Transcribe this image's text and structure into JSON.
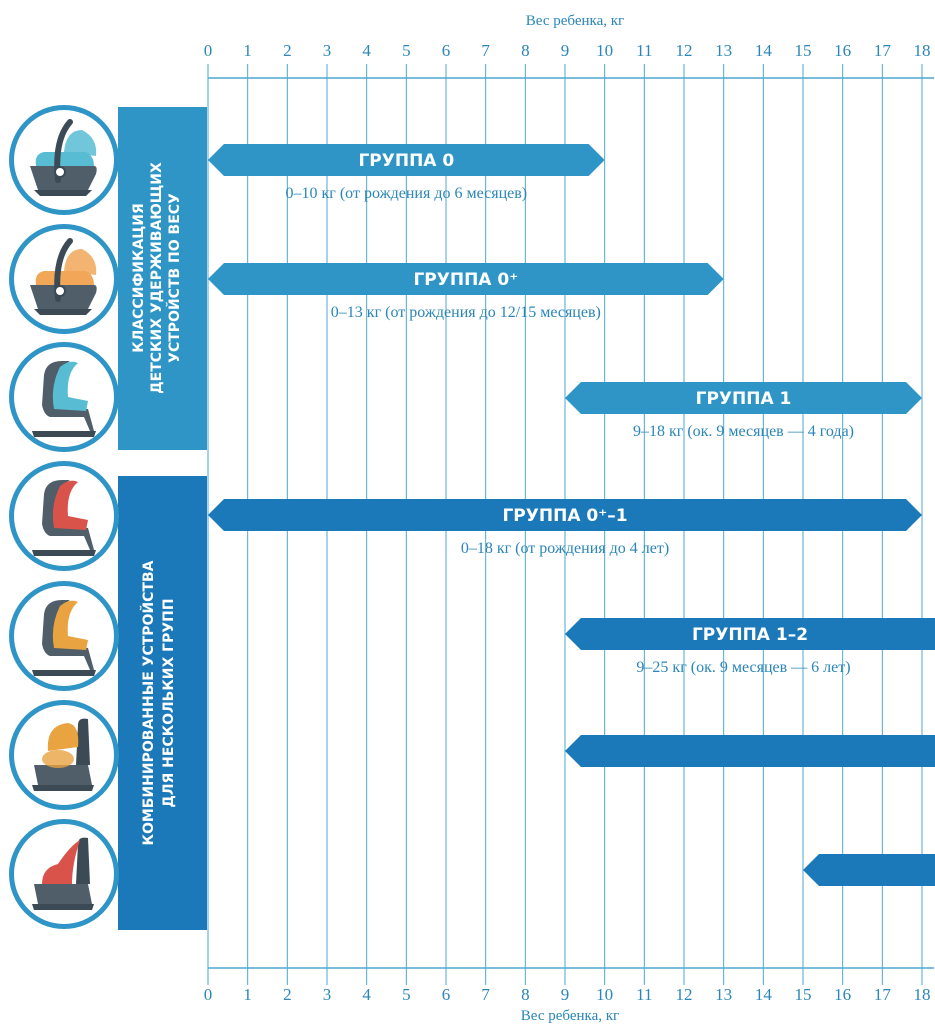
{
  "axis": {
    "label": "Вес ребенка, кг",
    "ticks": [
      "0",
      "1",
      "2",
      "3",
      "4",
      "5",
      "6",
      "7",
      "8",
      "9",
      "10",
      "11",
      "12",
      "13",
      "14",
      "15",
      "16",
      "17",
      "18"
    ],
    "min": 0,
    "max": 18
  },
  "sections": [
    {
      "label_line1": "КЛАССИФИКАЦИЯ",
      "label_line2": "ДЕТСКИХ УДЕРЖИВАЮЩИХ",
      "label_line3": "УСТРОЙСТВ ПО ВЕСУ",
      "color": "#2e95c6"
    },
    {
      "label_line1": "КОМБИНИРОВАННЫЕ УСТРОЙСТВА",
      "label_line2": "ДЛЯ НЕСКОЛЬКИХ ГРУПП",
      "color": "#1b78b9"
    }
  ],
  "groups": [
    {
      "id": "g0",
      "title": "ГРУППА 0",
      "range_text": "0–10 кг (от рождения до 6 месяцев)",
      "from": 0,
      "to": 10,
      "color": "#2e95c6",
      "left_arrow": true,
      "right_arrow": true
    },
    {
      "id": "g0plus",
      "title": "ГРУППА 0⁺",
      "range_text": "0–13 кг (от рождения до 12/15 месяцев)",
      "from": 0,
      "to": 13,
      "color": "#2e95c6",
      "left_arrow": true,
      "right_arrow": true
    },
    {
      "id": "g1",
      "title": "ГРУППА 1",
      "range_text": "9–18 кг (ок. 9 месяцев — 4 года)",
      "from": 9,
      "to": 18,
      "color": "#2e95c6",
      "left_arrow": true,
      "right_arrow": true
    },
    {
      "id": "g0plus1",
      "title": "ГРУППА 0⁺–1",
      "range_text": "0–18 кг (от рождения до 4 лет)",
      "from": 0,
      "to": 18,
      "color": "#1b78b9",
      "left_arrow": true,
      "right_arrow": true
    },
    {
      "id": "g12",
      "title": "ГРУППА 1–2",
      "range_text": "9–25 кг (ок. 9 месяцев — 6 лет)",
      "from": 9,
      "to": 18.7,
      "color": "#1b78b9",
      "left_arrow": true,
      "right_arrow": false
    },
    {
      "id": "g123",
      "title": "",
      "range_text": "",
      "from": 9,
      "to": 18.7,
      "color": "#1b78b9",
      "left_arrow": true,
      "right_arrow": false
    },
    {
      "id": "g23",
      "title": "",
      "range_text": "",
      "from": 15,
      "to": 18.7,
      "color": "#1b78b9",
      "left_arrow": true,
      "right_arrow": false
    }
  ],
  "seat_icons": [
    {
      "name": "infant-carrier-teal-icon",
      "accent": "#58bcd2"
    },
    {
      "name": "infant-carrier-orange-icon",
      "accent": "#f2a758"
    },
    {
      "name": "seat-teal-icon",
      "accent": "#58bcd2"
    },
    {
      "name": "seat-red-icon",
      "accent": "#d9534a"
    },
    {
      "name": "seat-orange-icon",
      "accent": "#e9a341"
    },
    {
      "name": "booster-orange-icon",
      "accent": "#e9a341"
    },
    {
      "name": "booster-red-icon",
      "accent": "#d9534a"
    }
  ],
  "colors": {
    "seat_body": "#4f5e68",
    "seat_shadow": "#3b4a54",
    "grid": "#4ea7cf",
    "axis_text": "#2a86b8"
  }
}
